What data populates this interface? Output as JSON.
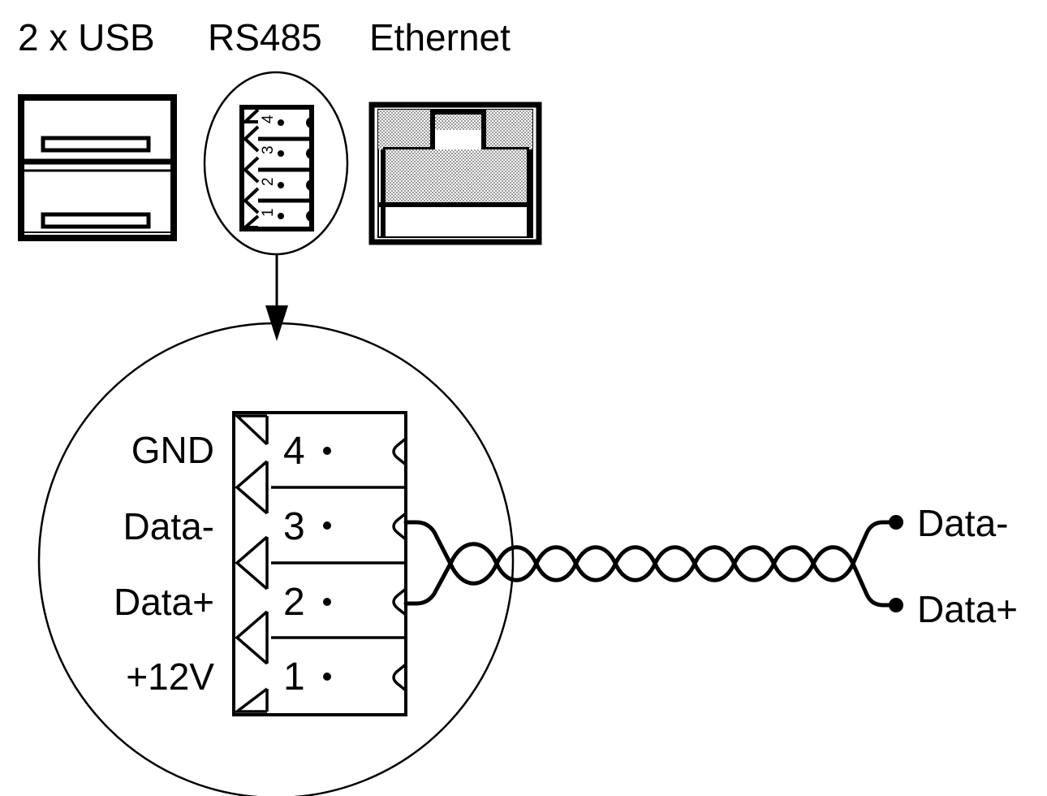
{
  "header": {
    "usb_label": "2 x USB",
    "rs485_label": "RS485",
    "ethernet_label": "Ethernet"
  },
  "connector": {
    "pins": [
      {
        "number": "4",
        "signal": "GND"
      },
      {
        "number": "3",
        "signal": "Data-"
      },
      {
        "number": "2",
        "signal": "Data+"
      },
      {
        "number": "1",
        "signal": "+12V"
      }
    ]
  },
  "cable": {
    "ends": [
      {
        "label": "Data-"
      },
      {
        "label": "Data+"
      }
    ]
  },
  "colors": {
    "line": "#000000",
    "hatch": "#bdbdbd",
    "background": "#ffffff"
  }
}
